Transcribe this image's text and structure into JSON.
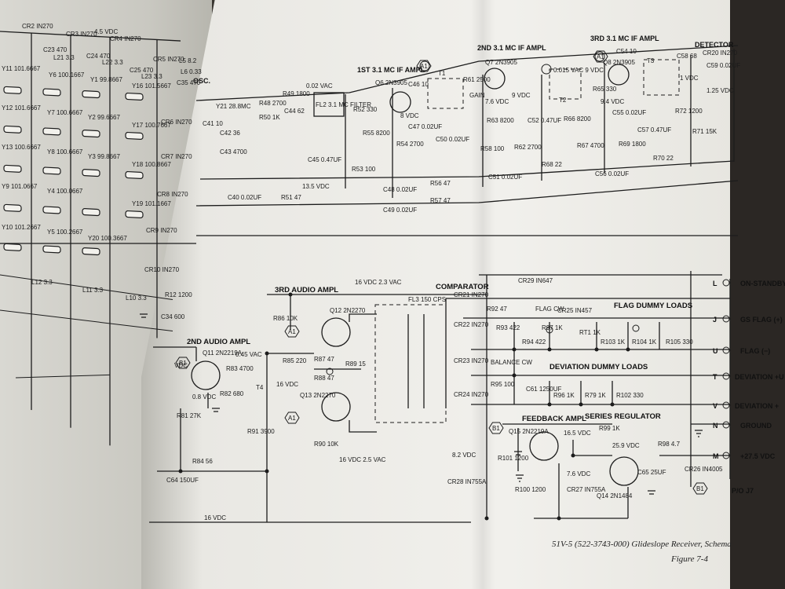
{
  "caption": {
    "line1": "51V-5 (522-3743-000) Glideslope Receiver, Schema",
    "line2": "Figure 7-4"
  },
  "left_page": {
    "labels": [
      {
        "text": "4.5 VDC"
      },
      {
        "text": "CR2 IN270"
      },
      {
        "text": "CR3 IN270"
      },
      {
        "text": "CR4 IN270"
      },
      {
        "text": "CR5 IN270"
      },
      {
        "text": "C23 470"
      },
      {
        "text": "L21 3.3"
      },
      {
        "text": "C24 470"
      },
      {
        "text": "L22 3.3"
      },
      {
        "text": "C25 470"
      },
      {
        "text": "L23 3.3"
      },
      {
        "text": "Y11 101.6667"
      },
      {
        "text": "Y6 100.1667"
      },
      {
        "text": "Y1 99.8667"
      },
      {
        "text": "Y16 101.5667"
      },
      {
        "text": "Y12 101.6667"
      },
      {
        "text": "Y7 100.6667"
      },
      {
        "text": "Y2 99.6667"
      },
      {
        "text": "Y17 100.7667"
      },
      {
        "text": "Y13 100.6667"
      },
      {
        "text": "Y8 100.6667"
      },
      {
        "text": "Y3 99.8667"
      },
      {
        "text": "Y18 100.8667"
      },
      {
        "text": "Y9 101.0667"
      },
      {
        "text": "Y4 100.0667"
      },
      {
        "text": "Y19 101.1667"
      },
      {
        "text": "Y10 101.2667"
      },
      {
        "text": "Y5 100.2667"
      },
      {
        "text": "Y20 100.3667"
      },
      {
        "text": "L12 3.3"
      },
      {
        "text": "L11 3.3"
      },
      {
        "text": "L10 3.3"
      },
      {
        "text": "CR6 IN270"
      },
      {
        "text": "CR7 IN270"
      },
      {
        "text": "CR8 IN270"
      },
      {
        "text": "CR9 IN270"
      },
      {
        "text": "CR10 IN270"
      },
      {
        "text": "R12 1200"
      },
      {
        "text": "C34 600"
      },
      {
        "text": "C35 470"
      },
      {
        "text": "L5 8.2"
      },
      {
        "text": "L6 0.33"
      }
    ]
  },
  "sections": {
    "osc": "OSC.",
    "if1": "1ST 3.1 MC IF AMPL",
    "if2": "2ND 3.1 MC IF AMPL",
    "if3": "3RD 3.1 MC IF AMPL",
    "detector": "DETECTOR",
    "audio3": "3RD AUDIO AMPL",
    "audio2": "2ND AUDIO AMPL",
    "comparator": "COMPARATOR",
    "flag_loads": "FLAG DUMMY LOADS",
    "dev_loads": "DEVIATION DUMMY LOADS",
    "feedback": "FEEDBACK AMPL",
    "regulator": "SERIES REGULATOR"
  },
  "components": [
    {
      "text": "Y21 28.8MC"
    },
    {
      "text": "R48 2700"
    },
    {
      "text": "R49 1800"
    },
    {
      "text": "0.02 VAC"
    },
    {
      "text": "FL2 3.1 MC FILTER"
    },
    {
      "text": "R50 1K"
    },
    {
      "text": "C41 10"
    },
    {
      "text": "C42 36"
    },
    {
      "text": "C44 62"
    },
    {
      "text": "C43 4700"
    },
    {
      "text": "R52 330"
    },
    {
      "text": "Q6 2N3905"
    },
    {
      "text": "8 VDC"
    },
    {
      "text": "C46 10"
    },
    {
      "text": "T1"
    },
    {
      "text": "R61 2500"
    },
    {
      "text": "GAIN"
    },
    {
      "text": "C47 0.02UF"
    },
    {
      "text": "R55 8200"
    },
    {
      "text": "R54 2700"
    },
    {
      "text": "C45 0.47UF"
    },
    {
      "text": "R53 100"
    },
    {
      "text": "13.5 VDC"
    },
    {
      "text": "C40 0.02UF"
    },
    {
      "text": "R51 47"
    },
    {
      "text": "C48 0.02UF"
    },
    {
      "text": "R56 47"
    },
    {
      "text": "C49 0.02UF"
    },
    {
      "text": "R57 47"
    },
    {
      "text": "C50 0.02UF"
    },
    {
      "text": "R58 100"
    },
    {
      "text": "Q7 2N3905"
    },
    {
      "text": "7.6 VDC"
    },
    {
      "text": "9 VDC"
    },
    {
      "text": "0.015 VAC 9 VDC"
    },
    {
      "text": "R63 8200"
    },
    {
      "text": "C52 0.47UF"
    },
    {
      "text": "R62 2700"
    },
    {
      "text": "C51 0.02UF"
    },
    {
      "text": "R68 22"
    },
    {
      "text": "T2"
    },
    {
      "text": "R65 330"
    },
    {
      "text": "R66 8200"
    },
    {
      "text": "C55 0.02UF"
    },
    {
      "text": "R67 4700"
    },
    {
      "text": "C56 0.02UF"
    },
    {
      "text": "Q8 2N3905"
    },
    {
      "text": "9.4 VDC"
    },
    {
      "text": "C54 10"
    },
    {
      "text": "T3"
    },
    {
      "text": "R69 1800"
    },
    {
      "text": "C57 0.47UF"
    },
    {
      "text": "R70 22"
    },
    {
      "text": "C58 68"
    },
    {
      "text": "CR20 IN270"
    },
    {
      "text": "1 VDC"
    },
    {
      "text": "C59 0.02UF"
    },
    {
      "text": "1.25 VDC"
    },
    {
      "text": "R72 1200"
    },
    {
      "text": "R71 15K"
    },
    {
      "text": "CR29 IN647"
    },
    {
      "text": "16 VDC 2.3 VAC"
    },
    {
      "text": "R86 10K"
    },
    {
      "text": "Q12 2N2270"
    },
    {
      "text": "FL3 150 CPS"
    },
    {
      "text": "CR21 IN270"
    },
    {
      "text": "CR22 IN270"
    },
    {
      "text": "CR23 IN270"
    },
    {
      "text": "CR24 IN270"
    },
    {
      "text": "R92 47"
    },
    {
      "text": "R93 422"
    },
    {
      "text": "R94 422"
    },
    {
      "text": "FLAG CW"
    },
    {
      "text": "R97 1K"
    },
    {
      "text": "CR25 IN457"
    },
    {
      "text": "RT1 1K"
    },
    {
      "text": "R103 1K"
    },
    {
      "text": "R104 1K"
    },
    {
      "text": "R105 330"
    },
    {
      "text": "BALANCE CW"
    },
    {
      "text": "R95 100"
    },
    {
      "text": "C61 1250UF"
    },
    {
      "text": "R96 1K"
    },
    {
      "text": "R79 1K"
    },
    {
      "text": "R102 330"
    },
    {
      "text": "Q11 2N2219A"
    },
    {
      "text": "VDC"
    },
    {
      "text": "0.8 VDC"
    },
    {
      "text": "R83 4700"
    },
    {
      "text": "0.45 VAC"
    },
    {
      "text": "T4"
    },
    {
      "text": "R82 680"
    },
    {
      "text": "R85 220"
    },
    {
      "text": "16 VDC"
    },
    {
      "text": "R87 47"
    },
    {
      "text": "R88 47"
    },
    {
      "text": "R89 15"
    },
    {
      "text": "Q13 2N2270"
    },
    {
      "text": "R81 27K"
    },
    {
      "text": "R91 3900"
    },
    {
      "text": "R90 10K"
    },
    {
      "text": "16 VDC 2.5 VAC"
    },
    {
      "text": "R84 56"
    },
    {
      "text": "C64 150UF"
    },
    {
      "text": "16 VDC"
    },
    {
      "text": "Q15 2N2219A"
    },
    {
      "text": "16.5 VDC"
    },
    {
      "text": "R99 1K"
    },
    {
      "text": "8.2 VDC"
    },
    {
      "text": "R101 1200"
    },
    {
      "text": "7.6 VDC"
    },
    {
      "text": "CR28 IN755A"
    },
    {
      "text": "R100 1200"
    },
    {
      "text": "CR27 IN755A"
    },
    {
      "text": "25.9 VDC"
    },
    {
      "text": "Q14 2N1484"
    },
    {
      "text": "R98 4.7"
    },
    {
      "text": "C65 25UF"
    },
    {
      "text": "CR26 IN4005"
    }
  ],
  "connector": {
    "name": "P/O J7",
    "pins": [
      {
        "pin": "L",
        "label": "ON-STANDBY"
      },
      {
        "pin": "J",
        "label": "GS FLAG (+)"
      },
      {
        "pin": "U",
        "label": "FLAG (−)"
      },
      {
        "pin": "T",
        "label": "DEVIATION +U"
      },
      {
        "pin": "V",
        "label": "DEVIATION +"
      },
      {
        "pin": "N",
        "label": "GROUND"
      },
      {
        "pin": "M",
        "label": "+27.5 VDC"
      }
    ]
  },
  "badges": [
    "A1",
    "A1",
    "A1",
    "A1",
    "B1",
    "B1",
    "B1"
  ]
}
